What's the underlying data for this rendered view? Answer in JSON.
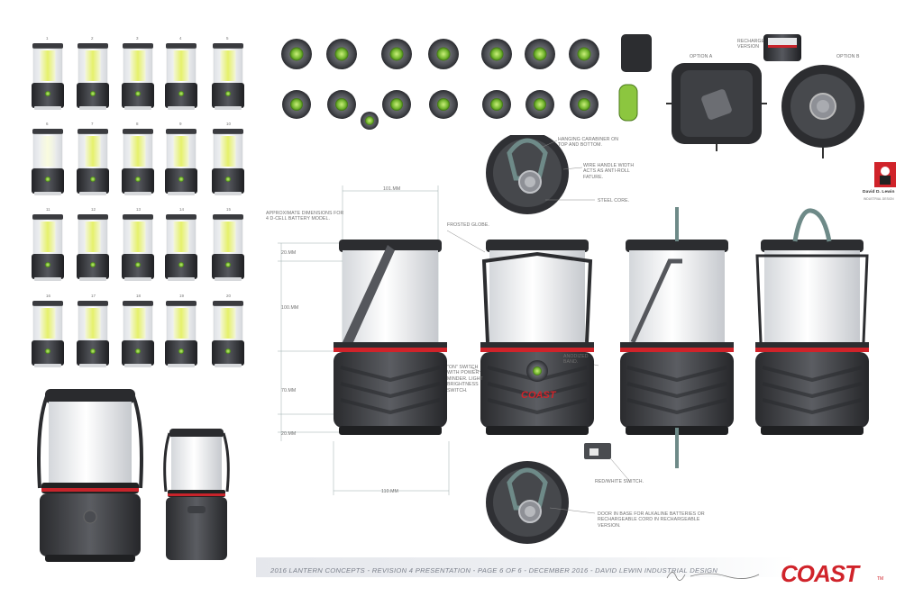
{
  "thumbnail_numbers": [
    "1",
    "2",
    "3",
    "4",
    "5",
    "6",
    "7",
    "8",
    "9",
    "10",
    "11",
    "12",
    "13",
    "14",
    "15",
    "16",
    "17",
    "18",
    "19",
    "20"
  ],
  "dimensions": {
    "heading": "APPROXIMATE DIMENSIONS FOR 4 D-CELL BATTERY MODEL.",
    "width_top": "101.mm",
    "height_top": "20.mm",
    "height_globe": "100.mm",
    "height_base": "70.mm",
    "height_bottom": "20.mm",
    "width_bottom": "110.mm"
  },
  "callouts": {
    "carabiner": "HANGING CARABINER ON TOP AND BOTTOM.",
    "wire_handle": "WIRE HANDLE WIDTH ACTS AS ANTI-ROLL FATURE.",
    "steel_core": "STEEL CORE.",
    "frosted_globe": "FROSTED GLOBE.",
    "on_switch": "\"ON\" SWITCH WITH POWER MINDER. LIGHT BRIGHTNESS SWITCH.",
    "anodized_band": "ANODIZED BAND.",
    "red_white_switch": "RED/WHITE SWITCH.",
    "battery_door": "DOOR IN BASE FOR ALKALINE BATTERIES OR RECHARGEABLE CORD IN RECHARGEABLE VERSION."
  },
  "options": {
    "option_a": "Option A",
    "option_b": "Option B",
    "rechargeable": "Rechargeable version"
  },
  "badge": {
    "name": "David D. Lewin",
    "subtitle": "INDUSTRIAL DESIGN"
  },
  "logo_text": "COAST",
  "footer": {
    "title": "2016 LANTERN CONCEPTS - REVISION 4 PRESENTATION  - PAGE 6 OF 6 - DECEMBER 2016 - DAVID LEWIN INDUSTRIAL DESIGN",
    "brand": "COAST",
    "tm": "TM"
  },
  "colors": {
    "accent_green": "#8cc63f",
    "accent_red": "#d0232a",
    "body_dark": "#3a3b3f",
    "globe": "#eef0f2",
    "glow_yellow": "#e8f26a"
  }
}
